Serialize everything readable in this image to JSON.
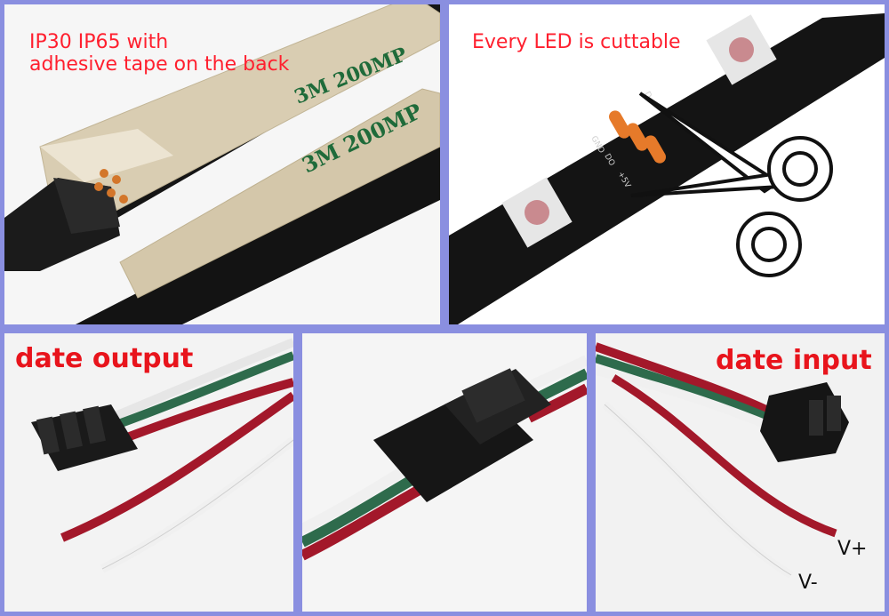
{
  "panels": {
    "tape": {
      "caption_lines": [
        "IP30 IP65 with",
        "adhesive tape on the back"
      ],
      "tape_print": "3M 200MP"
    },
    "cut": {
      "caption": "Every LED is cuttable",
      "pad_labels": [
        "D",
        "GND",
        "DO",
        "+5V"
      ]
    },
    "output": {
      "caption": "date output"
    },
    "connector": {},
    "input": {
      "caption": "date input",
      "vplus": "V+",
      "vminus": "V-"
    }
  },
  "colors": {
    "frame": "#8a8fe0",
    "caption_red": "#ff1f2e",
    "wire_red": "#a3182a",
    "wire_green": "#2e6b4c",
    "wire_white": "#f0f0f0",
    "strip_black": "#141414",
    "tape_tan": "#d8ccb0",
    "pad_copper": "#e67a2a"
  }
}
